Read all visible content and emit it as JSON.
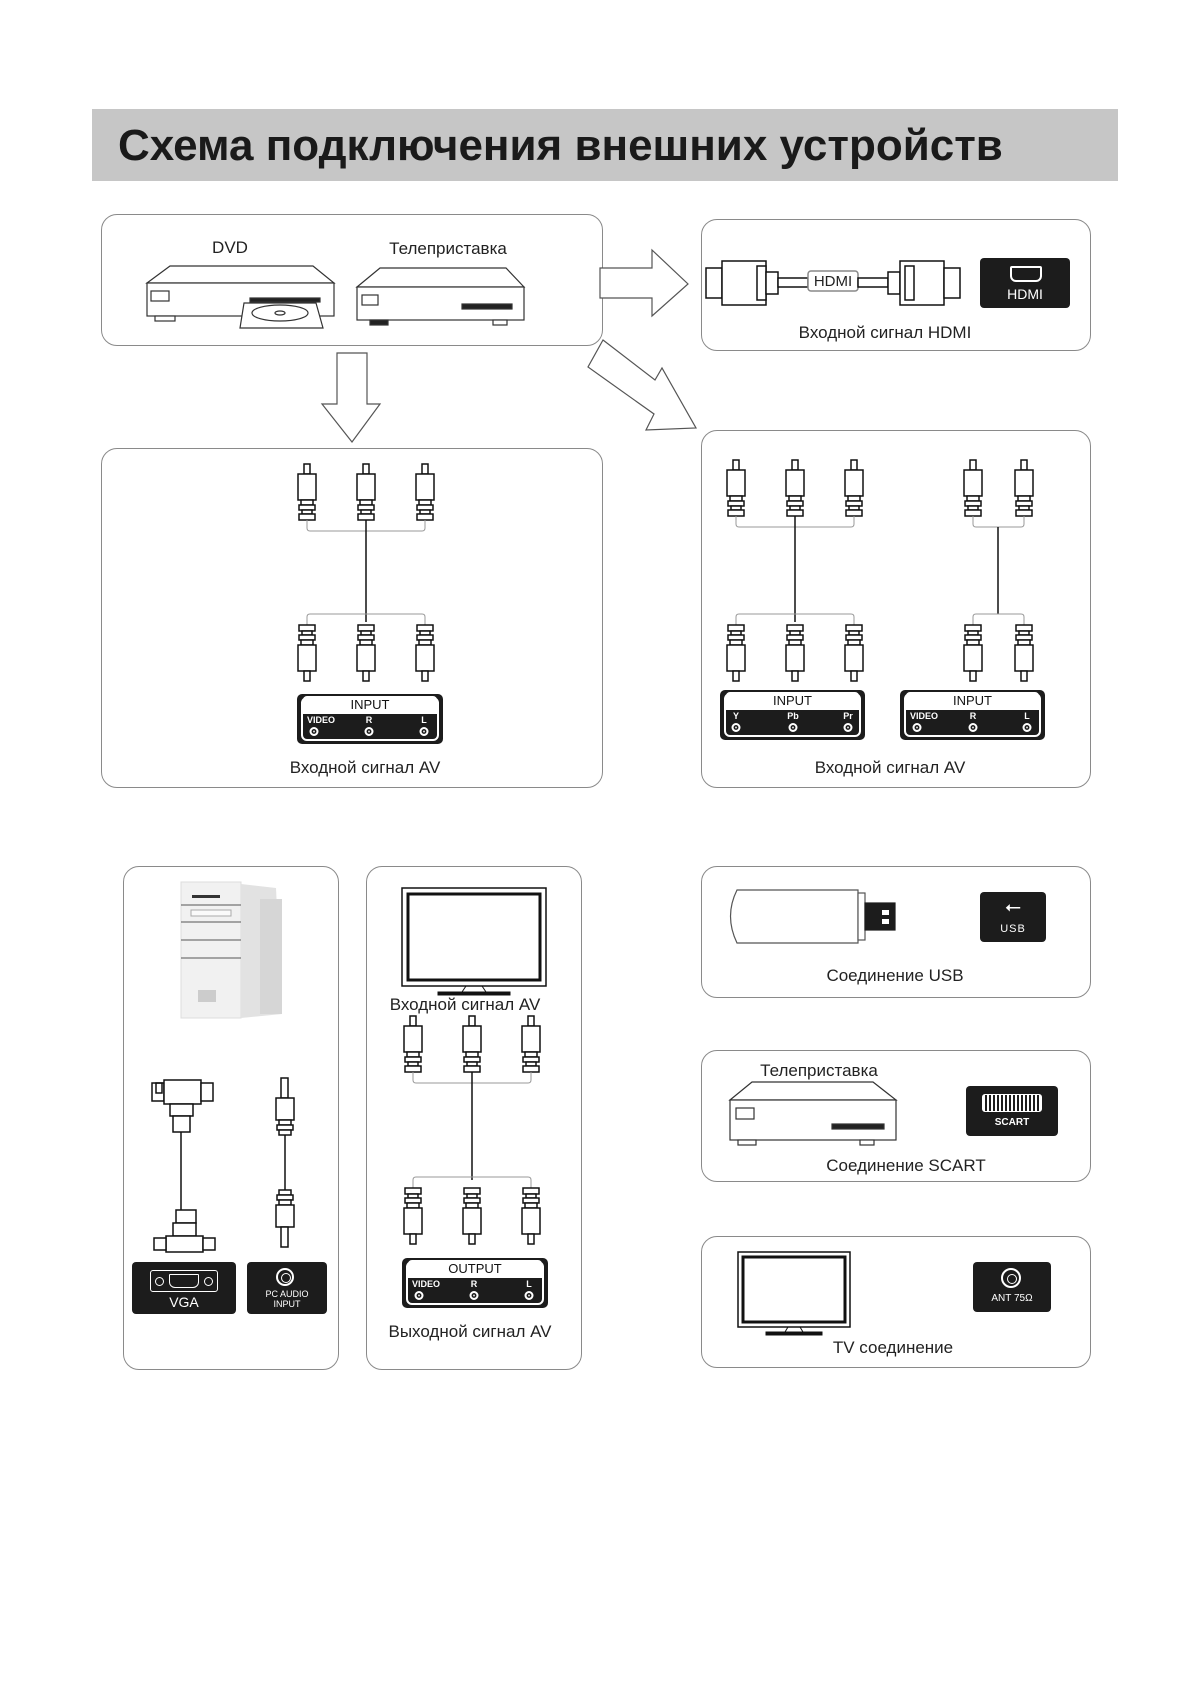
{
  "title": "Схема подключения внешних устройств",
  "source_panel": {
    "dvd_label": "DVD",
    "stb_label": "Телеприставка"
  },
  "hdmi_panel": {
    "cable_label": "HDMI",
    "port_label": "HDMI",
    "caption": "Входной сигнал HDMI"
  },
  "av_panel_left": {
    "port": {
      "header": "INPUT",
      "jacks": [
        "VIDEO",
        "R",
        "L"
      ]
    },
    "caption": "Входной сигнал AV"
  },
  "av_panel_right": {
    "component_port": {
      "header": "INPUT",
      "jacks": [
        "Y",
        "Pb",
        "Pr"
      ]
    },
    "av_port": {
      "header": "INPUT",
      "jacks": [
        "VIDEO",
        "R",
        "L"
      ]
    },
    "caption": "Входной сигнал AV"
  },
  "pc_panel": {
    "vga_label": "VGA",
    "audio_label": "PC AUDIO INPUT"
  },
  "av_out_panel": {
    "top_caption": "Входной сигнал AV",
    "port": {
      "header": "OUTPUT",
      "jacks": [
        "VIDEO",
        "R",
        "L"
      ]
    },
    "caption": "Выходной сигнал AV"
  },
  "usb_panel": {
    "port_label": "USB",
    "caption": "Соединение USB"
  },
  "scart_panel": {
    "device_label": "Телеприставка",
    "port_label": "SCART",
    "caption": "Соединение SCART"
  },
  "tv_panel": {
    "port_label": "ANT 75Ω",
    "caption": "TV соединение"
  }
}
